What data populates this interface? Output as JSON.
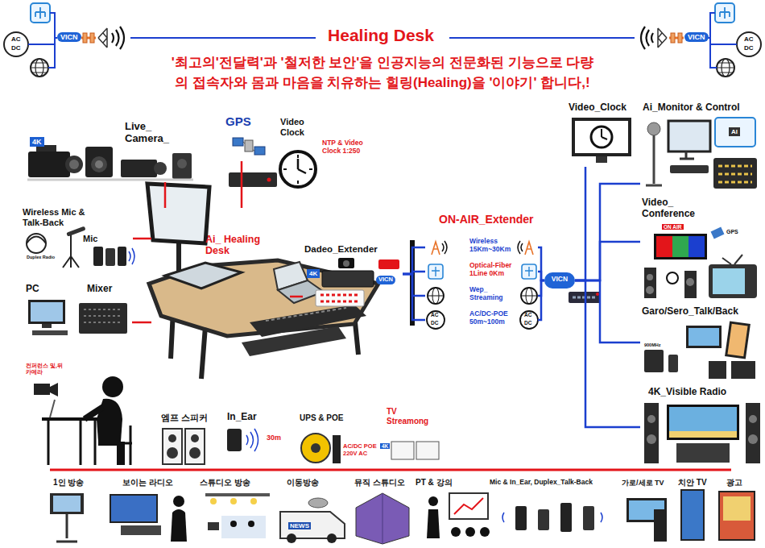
{
  "diagram": {
    "title": "Healing Desk",
    "nodes": [
      {
        "text": [
          "Live_ Camera_"
        ]
      },
      {
        "text": [
          "GPS"
        ]
      },
      {
        "text": [
          "Video Clock"
        ]
      },
      {
        "text": [
          "Wireless Mic & Talk-Back"
        ]
      },
      {
        "text": [
          "PC"
        ]
      },
      {
        "text": [
          "Mixer"
        ]
      },
      {
        "text": [
          "Ai_ Healing Desk"
        ]
      },
      {
        "text": [
          "Dadeo_Extender"
        ]
      },
      {
        "text": [
          "ON-AIR_Extender"
        ]
      },
      {
        "text": [
          "Wireless 15Km~30Km"
        ],
        "in": 8
      },
      {
        "text": [
          "Optical-Fiber 1Line 0Km"
        ],
        "in": 8
      },
      {
        "text": [
          "Wep_ Streaming"
        ],
        "in": 8
      },
      {
        "text": [
          "AC/DC-POE 50m~100m"
        ],
        "in": 8
      },
      {
        "text": [
          "VICN"
        ]
      },
      {
        "text": [
          "Video_Clock"
        ]
      },
      {
        "text": [
          "Ai_Monitor & Control"
        ]
      },
      {
        "text": [
          "Video_ Conference"
        ]
      },
      {
        "text": [
          "Garo/Sero_Talk/Back"
        ]
      },
      {
        "text": [
          "4K_Visible Radio"
        ]
      }
    ],
    "edges": [
      {
        "from": 0,
        "to": 6,
        "arrow": "none"
      },
      {
        "from": 1,
        "to": 6,
        "arrow": "none"
      },
      {
        "from": 3,
        "to": 6,
        "arrow": "none"
      },
      {
        "from": 5,
        "to": 6,
        "arrow": "none"
      },
      {
        "from": 6,
        "to": 7,
        "arrow": "none"
      },
      {
        "from": 7,
        "to": 9,
        "arrow": "none"
      },
      {
        "from": 7,
        "to": 10,
        "arrow": "none"
      },
      {
        "from": 7,
        "to": 11,
        "arrow": "none"
      },
      {
        "from": 7,
        "to": 12,
        "arrow": "none"
      },
      {
        "from": 9,
        "to": 13,
        "arrow": "none"
      },
      {
        "from": 10,
        "to": 13,
        "arrow": "none"
      },
      {
        "from": 11,
        "to": 13,
        "arrow": "none"
      },
      {
        "from": 12,
        "to": 13,
        "arrow": "none"
      },
      {
        "from": 13,
        "to": 14,
        "arrow": "none"
      },
      {
        "from": 13,
        "to": 15,
        "arrow": "none"
      },
      {
        "from": 13,
        "to": 16,
        "arrow": "none"
      },
      {
        "from": 13,
        "to": 17,
        "arrow": "none"
      },
      {
        "from": 13,
        "to": 18,
        "arrow": "none"
      }
    ],
    "labels": [
      "'최고의'전달력'과 '철저한 보안'을 인공지능의 전문화된 기능으로 다량의 접속자와 몸과 마음을 치유하는 힐링(Healing)을 '이야기' 합니다,!",
      "VICN",
      "AC",
      "DC",
      "VICN",
      "AC",
      "DC",
      "4K",
      "NTP & Video Clock 1:250",
      "Mic",
      "Duplex Radio",
      "4K",
      "VICN",
      "컨퍼런스 및,뒤 카메라",
      "엠프 스피커",
      "In_Ear",
      "30m",
      "UPS & POE",
      "AC/DC POE 220V AC",
      "TV Streamong",
      "4K",
      "AC",
      "DC",
      "AC",
      "DC",
      "GPS",
      "ON AIR",
      "AI",
      "900MHz",
      "1인 방송",
      "보이는 라디오",
      "스튜디오 방송",
      "이동방송",
      "NEWS",
      "뮤직 스튜디오",
      "PT & 강의",
      "Mic & In_Ear, Duplex_Talk-Back",
      "가로/세로 TV",
      "치안 TV",
      "광고"
    ]
  }
}
